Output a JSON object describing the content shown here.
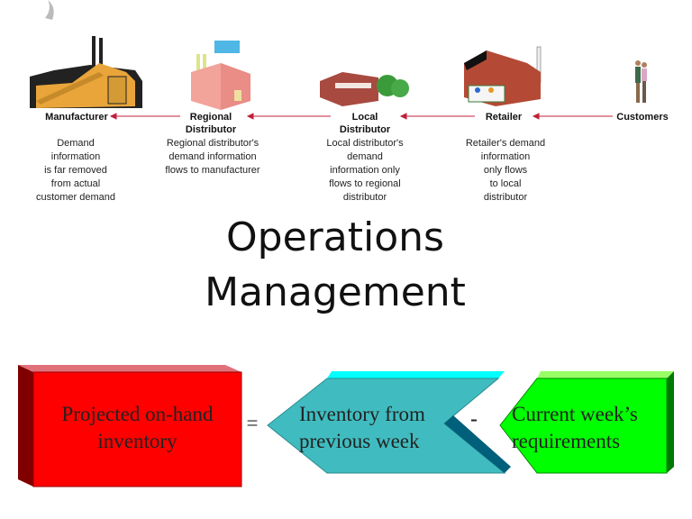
{
  "supply_chain": {
    "stages": [
      {
        "label": "Manufacturer",
        "description": "Demand\ninformation\nis far removed\nfrom actual\ncustomer demand",
        "icon": "factory-icon"
      },
      {
        "label": "Regional\nDistributor",
        "description": "Regional distributor's\ndemand information\nflows to manufacturer",
        "icon": "warehouse-icon"
      },
      {
        "label": "Local\nDistributor",
        "description": "Local distributor's\ndemand\ninformation only\nflows to regional\ndistributor",
        "icon": "office-building-icon"
      },
      {
        "label": "Retailer",
        "description": "Retailer's demand\ninformation\nonly  flows\nto local\ndistributor",
        "icon": "store-icon"
      },
      {
        "label": "Customers",
        "description": "",
        "icon": "people-icon"
      }
    ],
    "arrow_color": "#c0203a"
  },
  "title": {
    "line1": "Operations",
    "line2": "Management"
  },
  "formula": {
    "box1": {
      "line1": "Projected on-hand",
      "line2": "inventory",
      "color": "#ff0000"
    },
    "op1": "=",
    "box2": {
      "line1": "Inventory from",
      "line2": "previous week",
      "color": "#40bcc0"
    },
    "op2": "-",
    "box3": {
      "line1": "Current week’s",
      "line2": "requirements",
      "color": "#00ff00"
    }
  }
}
